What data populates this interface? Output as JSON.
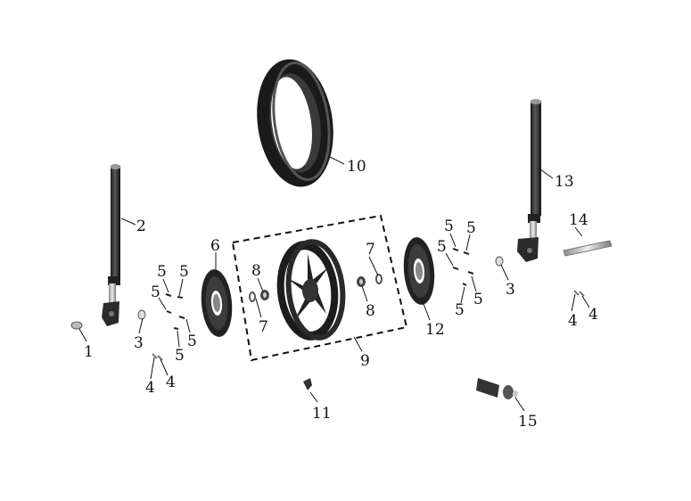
{
  "diagram": {
    "callouts": {
      "c1": "1",
      "c2": "2",
      "c3a": "3",
      "c3b": "3",
      "c4a": "4",
      "c4b": "4",
      "c4c": "4",
      "c4d": "4",
      "c5a": "5",
      "c5b": "5",
      "c5c": "5",
      "c5d": "5",
      "c5e": "5",
      "c5f": "5",
      "c5g": "5",
      "c5h": "5",
      "c5i": "5",
      "c5j": "5",
      "c6": "6",
      "c7a": "7",
      "c7b": "7",
      "c8a": "8",
      "c8b": "8",
      "c9": "9",
      "c10": "10",
      "c11": "11",
      "c12": "12",
      "c13": "13",
      "c14": "14",
      "c15": "15"
    }
  }
}
